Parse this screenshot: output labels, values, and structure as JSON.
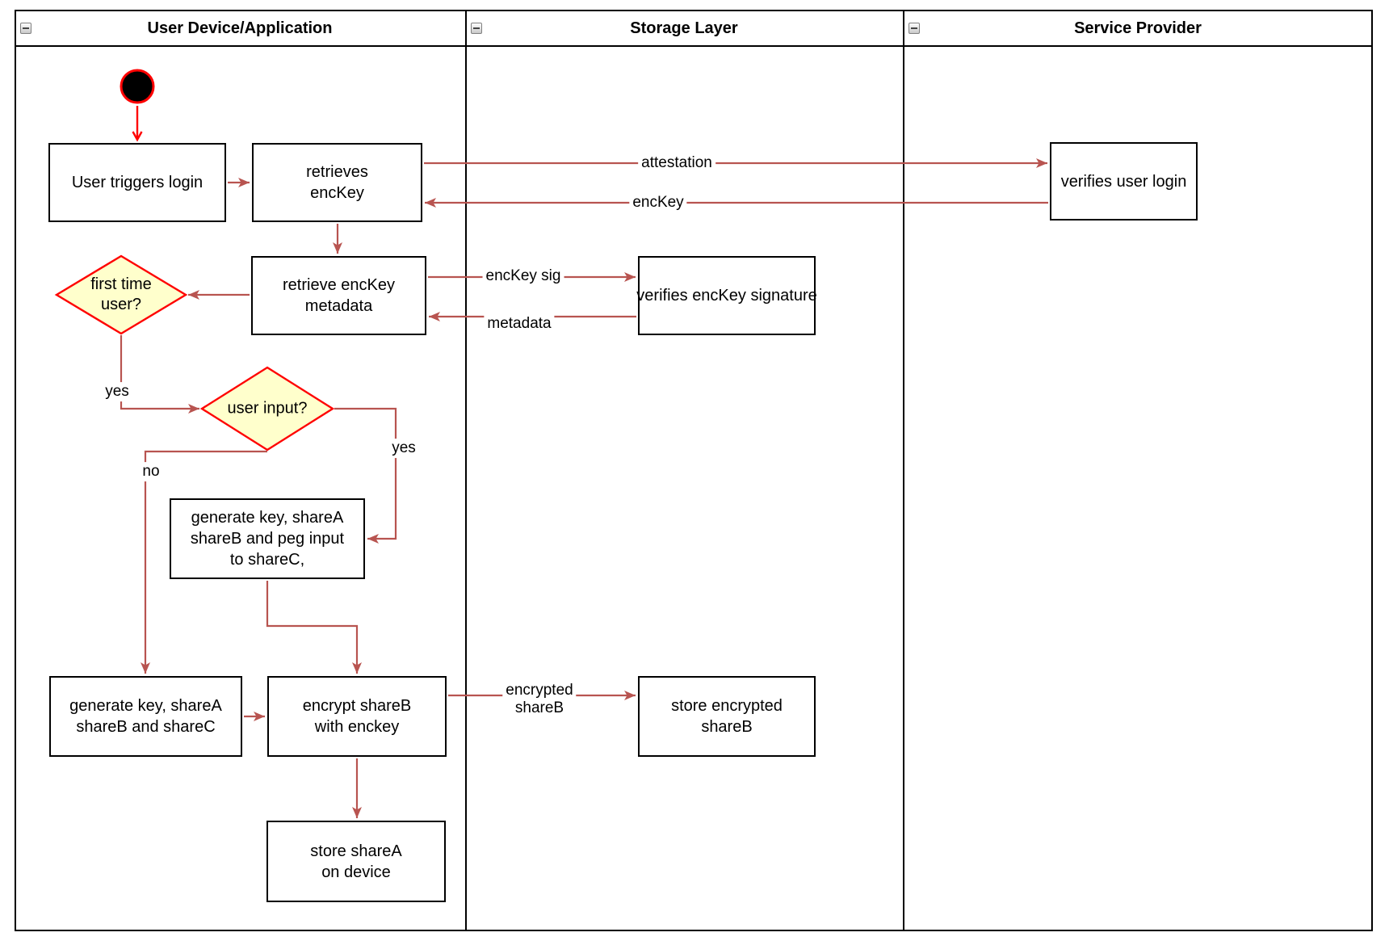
{
  "lanes": [
    {
      "title": "User Device/Application"
    },
    {
      "title": "Storage Layer"
    },
    {
      "title": "Service Provider"
    }
  ],
  "nodes": {
    "login": {
      "lines": [
        "User triggers login"
      ]
    },
    "retrieves": {
      "lines": [
        "retrieves",
        "encKey"
      ]
    },
    "metadata": {
      "lines": [
        "retrieve encKey",
        "metadata"
      ]
    },
    "first_time": {
      "lines": [
        "first time",
        "user?"
      ]
    },
    "user_input": {
      "lines": [
        "user input?"
      ]
    },
    "peg": {
      "lines": [
        "generate key, shareA",
        "shareB and peg input",
        "to shareC,"
      ]
    },
    "genkey": {
      "lines": [
        "generate key, shareA",
        "shareB and shareC"
      ]
    },
    "encrypt": {
      "lines": [
        "encrypt shareB",
        "with enckey"
      ]
    },
    "store_encrypted": {
      "lines": [
        "store encrypted",
        "shareB"
      ]
    },
    "store_sharea": {
      "lines": [
        "store shareA",
        "on device"
      ]
    },
    "verifies_login": {
      "lines": [
        "verifies user login"
      ]
    },
    "verifies_sig": {
      "lines": [
        "verifies encKey signature"
      ]
    }
  },
  "edge_labels": {
    "attestation": "attestation",
    "enckey": "encKey",
    "enckey_sig": "encKey sig",
    "metadata": "metadata",
    "encrypted_shareb": {
      "lines": [
        "encrypted",
        "shareB"
      ]
    },
    "yes_first": "yes",
    "yes_input": "yes",
    "no_input": "no"
  },
  "colors": {
    "connector": "#B85450",
    "highlight": "#FF0000",
    "decision_fill": "#FFFFCC",
    "shape_border": "#000000"
  }
}
